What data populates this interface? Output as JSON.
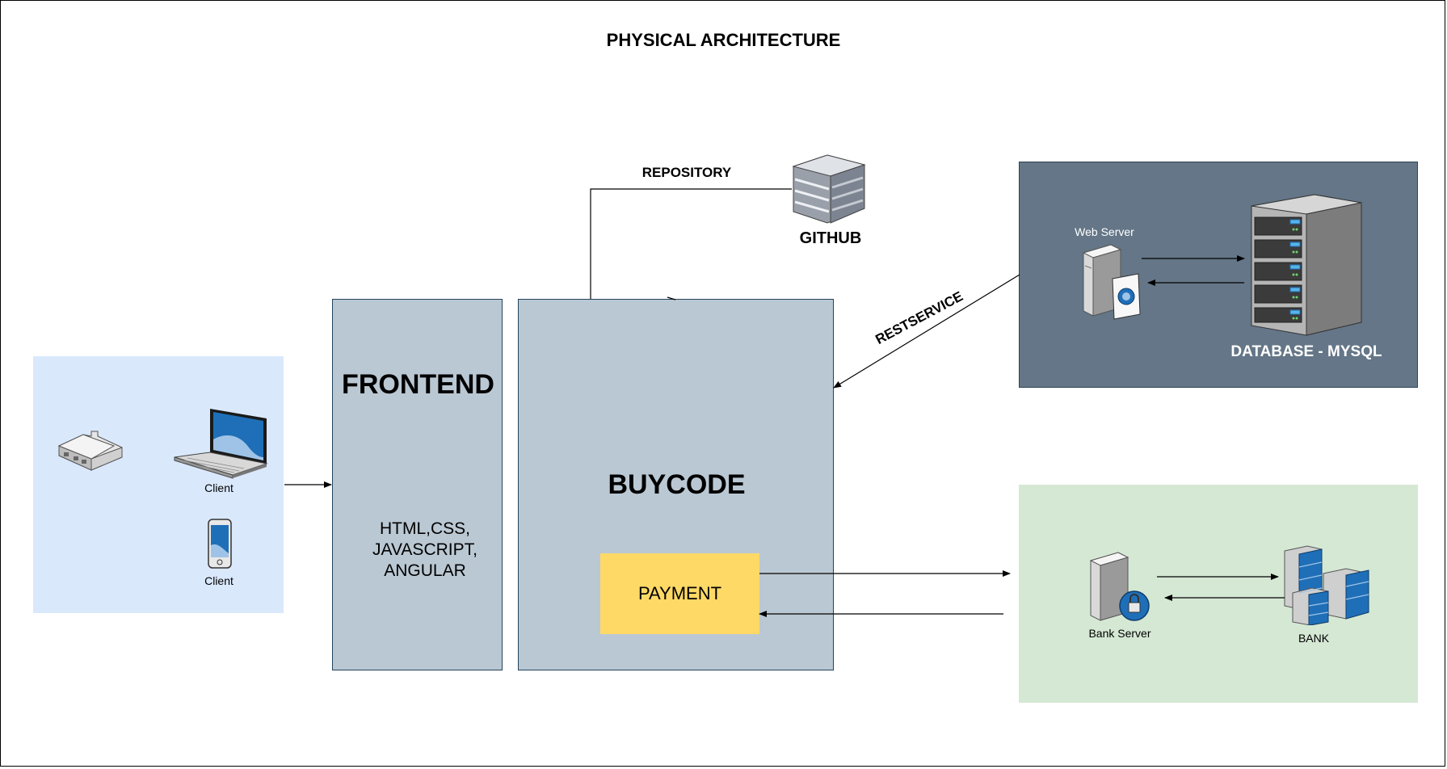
{
  "title": "PHYSICAL ARCHITECTURE",
  "clients": {
    "laptop_label": "Client",
    "phone_label": "Client"
  },
  "frontend": {
    "heading": "FRONTEND",
    "tech": [
      "HTML,CSS,",
      "JAVASCRIPT,",
      "ANGULAR"
    ]
  },
  "buycode": {
    "heading": "BUYCODE",
    "payment": "PAYMENT"
  },
  "github": {
    "label": "GITHUB",
    "edge_label": "REPOSITORY"
  },
  "database": {
    "web_server_label": "Web Server",
    "label": "DATABASE - MYSQL",
    "edge_label": "RESTSERVICE"
  },
  "bank": {
    "server_label": "Bank Server",
    "label": "BANK"
  },
  "icons": [
    "house-icon",
    "laptop-icon",
    "phone-icon",
    "github-server-icon",
    "web-server-icon",
    "database-rack-icon",
    "bank-server-icon",
    "bank-building-icon"
  ],
  "colors": {
    "clients_bg": "#dae8fc",
    "component_bg": "#bac8d3",
    "database_bg": "#647687",
    "bank_bg": "#d5e8d4",
    "payment_bg": "#ffd966"
  }
}
